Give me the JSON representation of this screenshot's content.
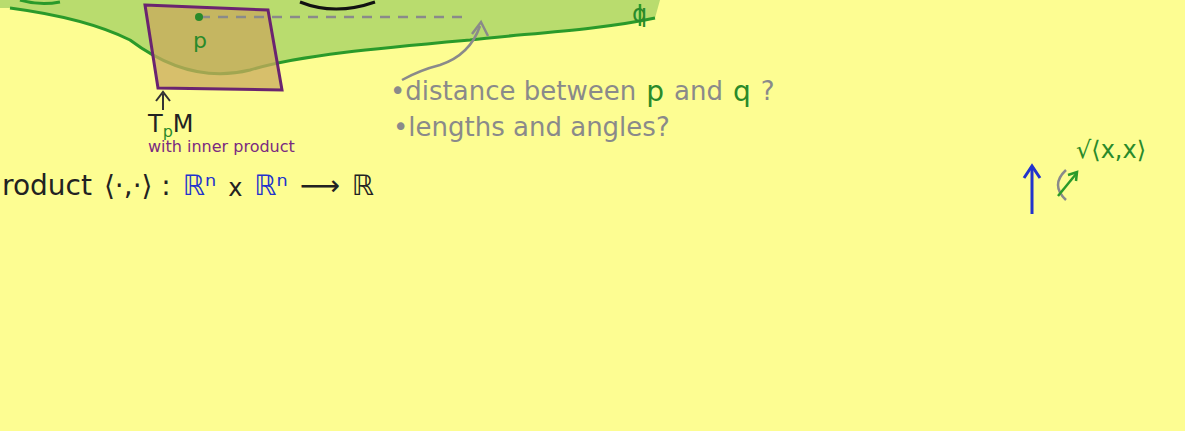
{
  "diagram": {
    "labels": [
      "p",
      "q",
      "T",
      "p",
      "M",
      "with inner product",
      "•distance between",
      "p",
      "and",
      "q",
      "?",
      "•lengths and angles?",
      "roduct",
      "⟨·,·⟩ :",
      "ℝⁿ",
      "x",
      "ℝⁿ",
      "⟶",
      "ℝ",
      "√⟨x,x⟩"
    ]
  }
}
